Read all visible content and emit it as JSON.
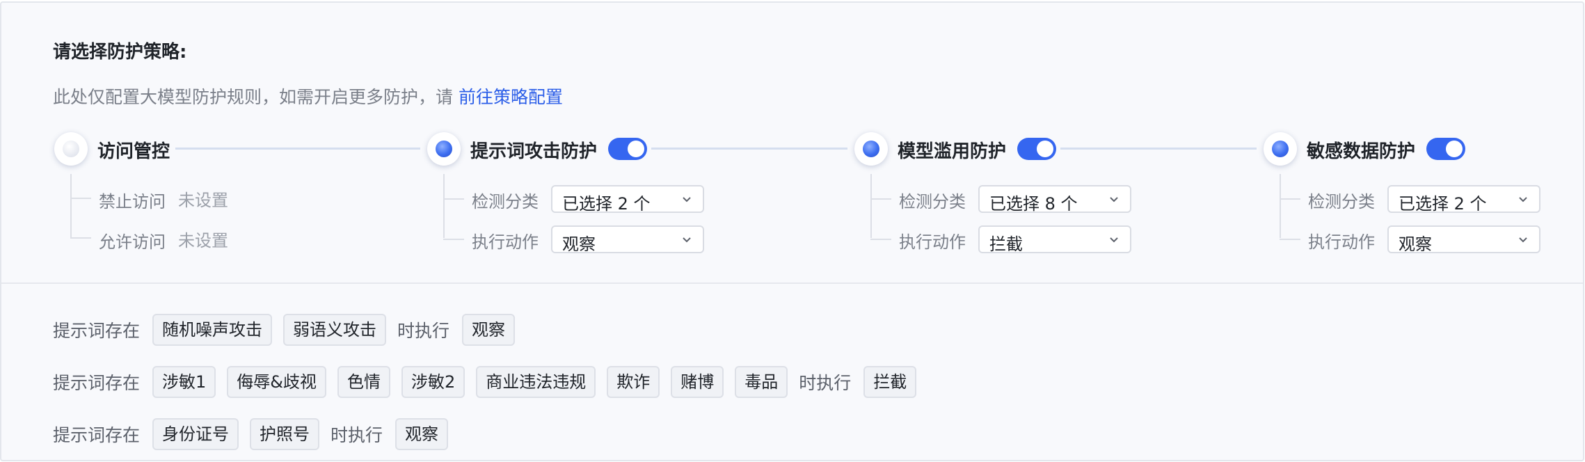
{
  "heading": {
    "title": "请选择防护策略:",
    "subtitle": "此处仅配置大模型防护规则，如需开启更多防护，请",
    "link": "前往策略配置"
  },
  "steps": [
    {
      "label": "访问管控",
      "active": false,
      "fields": [
        {
          "label": "禁止访问",
          "value": "未设置"
        },
        {
          "label": "允许访问",
          "value": "未设置"
        }
      ]
    },
    {
      "label": "提示词攻击防护",
      "active": true,
      "toggle": true,
      "fields": [
        {
          "label": "检测分类",
          "value": "已选择 2 个"
        },
        {
          "label": "执行动作",
          "value": "观察"
        }
      ]
    },
    {
      "label": "模型滥用防护",
      "active": true,
      "toggle": true,
      "fields": [
        {
          "label": "检测分类",
          "value": "已选择 8 个"
        },
        {
          "label": "执行动作",
          "value": "拦截"
        }
      ]
    },
    {
      "label": "敏感数据防护",
      "active": true,
      "toggle": true,
      "fields": [
        {
          "label": "检测分类",
          "value": "已选择 2 个"
        },
        {
          "label": "执行动作",
          "value": "观察"
        }
      ]
    }
  ],
  "rules": [
    {
      "prefix": "提示词存在",
      "tags": [
        "随机噪声攻击",
        "弱语义攻击"
      ],
      "middle": "时执行",
      "action": "观察"
    },
    {
      "prefix": "提示词存在",
      "tags": [
        "涉敏1",
        "侮辱&歧视",
        "色情",
        "涉敏2",
        "商业违法违规",
        "欺诈",
        "赌博",
        "毒品"
      ],
      "middle": "时执行",
      "action": "拦截"
    },
    {
      "prefix": "提示词存在",
      "tags": [
        "身份证号",
        "护照号"
      ],
      "middle": "时执行",
      "action": "观察"
    }
  ],
  "colors": {
    "accent": "#3566f0",
    "link": "#2b5ee8",
    "panel_bg": "#f8f9fc"
  }
}
